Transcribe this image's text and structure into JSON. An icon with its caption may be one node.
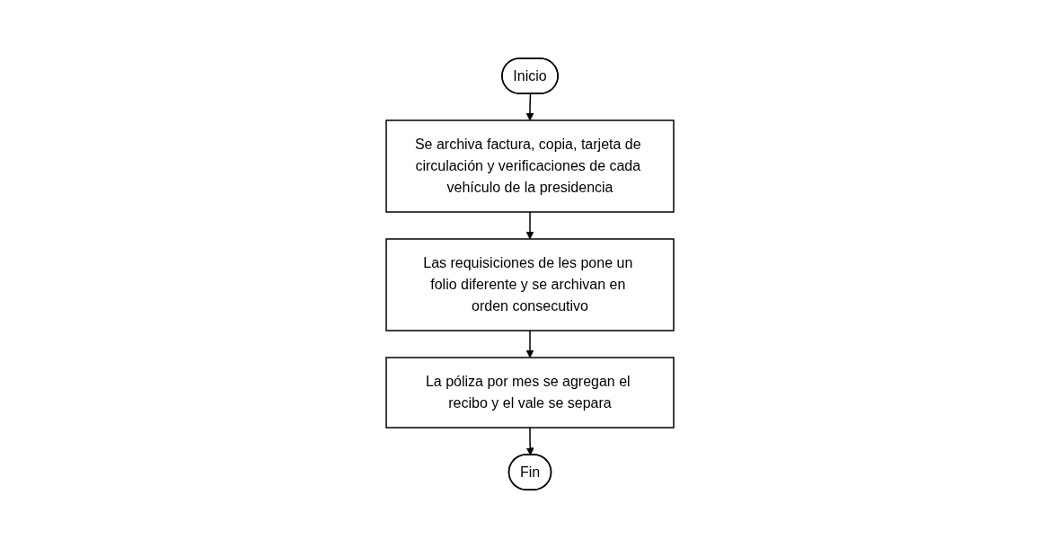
{
  "diagram": {
    "nodes": [
      {
        "text": [
          "Inicio"
        ]
      },
      {
        "text": [
          "Se archiva factura, copia, tarjeta de circulación y verificaciones de cada vehículo de la presidencia"
        ]
      },
      {
        "text": [
          "Las requisiciones de les pone un folio diferente y se archivan en orden consecutivo"
        ]
      },
      {
        "text": [
          "La póliza por mes se agregan el recibo y el vale se separa"
        ]
      },
      {
        "text": [
          "Fin"
        ]
      }
    ],
    "edges": [
      {
        "from": 0,
        "to": 1,
        "arrow": "to"
      },
      {
        "from": 1,
        "to": 2,
        "arrow": "to"
      },
      {
        "from": 2,
        "to": 3,
        "arrow": "to"
      },
      {
        "from": 3,
        "to": 4,
        "arrow": "to"
      }
    ]
  }
}
